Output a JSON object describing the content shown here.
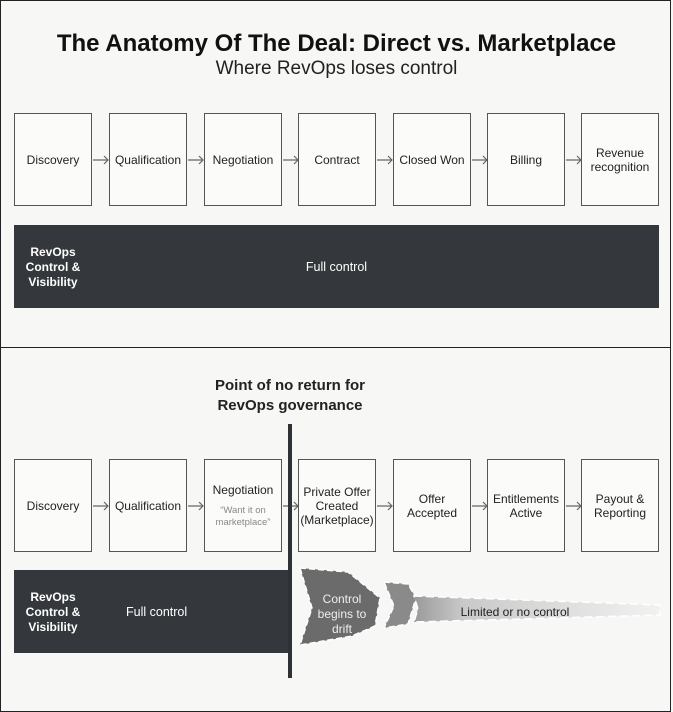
{
  "title": "The Anatomy Of The Deal: Direct vs. Marketplace",
  "subtitle": "Where RevOps loses control",
  "direct": {
    "stages": [
      "Discovery",
      "Qualification",
      "Negotiation",
      "Contract",
      "Closed Won",
      "Billing",
      "Revenue recognition"
    ],
    "bar_label": "RevOps Control & Visibility",
    "bar_text": "Full control"
  },
  "marketplace": {
    "heading": "Point of no return for RevOps governance",
    "stages": [
      "Discovery",
      "Qualification",
      "Negotiation",
      "Private Offer Created (Marketplace)",
      "Offer Accepted",
      "Entitlements Active",
      "Payout & Reporting"
    ],
    "negotiation_note": "“Want it on marketplace”",
    "bar_label": "RevOps Control & Visibility",
    "full_control": "Full control",
    "drift": "Control begins to drift",
    "limited": "Limited or no control"
  },
  "colors": {
    "dark": "#34373b",
    "drift": "#6b6b6b",
    "limited": "#c9c9c9"
  }
}
